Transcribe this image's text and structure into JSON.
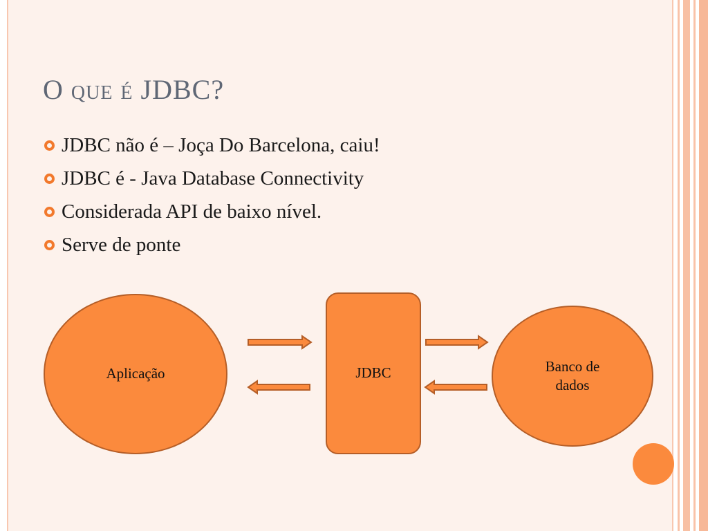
{
  "slide": {
    "title": "O que é JDBC?",
    "bullets": [
      "JDBC não é – Joça Do Barcelona, caiu!",
      "JDBC é - Java Database Connectivity",
      "Considerada API de baixo nível.",
      "Serve de ponte"
    ]
  },
  "diagram": {
    "app_label": "Aplicação",
    "jdbc_label": "JDBC",
    "db_label_line1": "Banco de",
    "db_label_line2": "dados"
  },
  "colors": {
    "accent": "#fb8a3d",
    "accent_border": "#b55e27",
    "bullet": "#f2792c",
    "title": "#5f6775",
    "background": "#fdf2ec"
  }
}
